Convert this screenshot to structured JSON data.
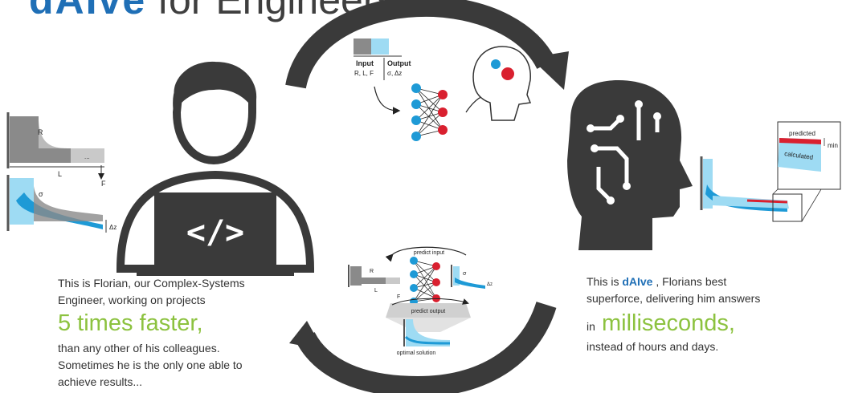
{
  "title": {
    "brand": "dAIve",
    "suffix": "for Engineers"
  },
  "left": {
    "line1": "This is Florian, our Complex-Systems",
    "line2": "Engineer, working on projects",
    "highlight": "5 times faster,",
    "line3": "than any other of his colleagues.",
    "line4": "Sometimes he is the only one able to",
    "line5": "achieve results..."
  },
  "right": {
    "line1_pre": "This is",
    "logo": "dAIve",
    "line1_post": ", Florians best",
    "line2": "superforce, delivering him answers",
    "in_word": "in",
    "highlight": "milliseconds,",
    "line3": "instead of hours and days."
  },
  "top_diagram": {
    "input_label": "Input",
    "output_label": "Output",
    "input_values": "R, L, F",
    "output_values": "σ, Δz"
  },
  "bottom_diagram": {
    "predict_input": "predict input",
    "predict_output": "predict output",
    "optimal_solution": "optimal solution",
    "r": "R",
    "l": "L",
    "f": "F",
    "sigma": "σ",
    "dz": "Δz"
  },
  "left_drawing": {
    "r": "R",
    "l": "L",
    "f": "F",
    "sigma": "σ",
    "dz": "Δz",
    "dots": "..."
  },
  "right_drawing": {
    "predicted": "predicted",
    "calculated": "calculated",
    "min": "min"
  },
  "colors": {
    "green": "#8cc23f",
    "blue": "#1e9ad6",
    "red": "#d9202f",
    "dark": "#3b3b3b",
    "brand": "#1f6fb6"
  }
}
